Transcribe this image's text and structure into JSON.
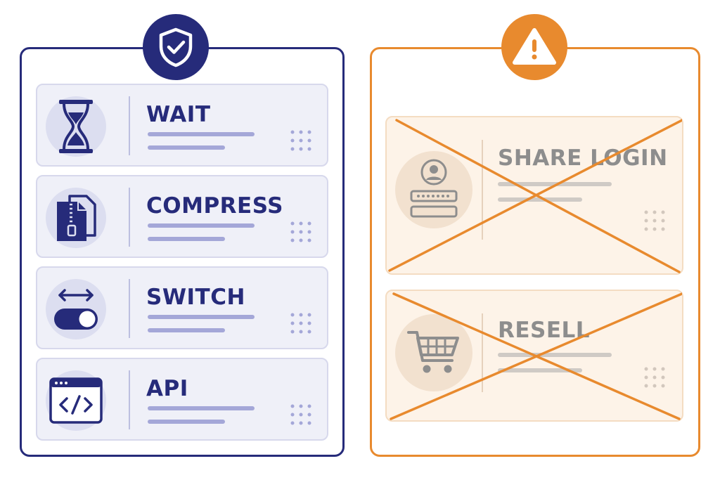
{
  "allowed_panel": {
    "icon": "shield-check-icon",
    "color": "#262b7a",
    "cards": [
      {
        "title": "WAIT",
        "icon": "hourglass-icon"
      },
      {
        "title": "COMPRESS",
        "icon": "zip-file-icon"
      },
      {
        "title": "SWITCH",
        "icon": "toggle-switch-icon"
      },
      {
        "title": "API",
        "icon": "code-window-icon"
      }
    ]
  },
  "blocked_panel": {
    "icon": "warning-icon",
    "color": "#e88a2e",
    "cards": [
      {
        "title": "SHARE LOGIN",
        "icon": "user-login-icon"
      },
      {
        "title": "RESELL",
        "icon": "shopping-cart-icon"
      }
    ]
  }
}
